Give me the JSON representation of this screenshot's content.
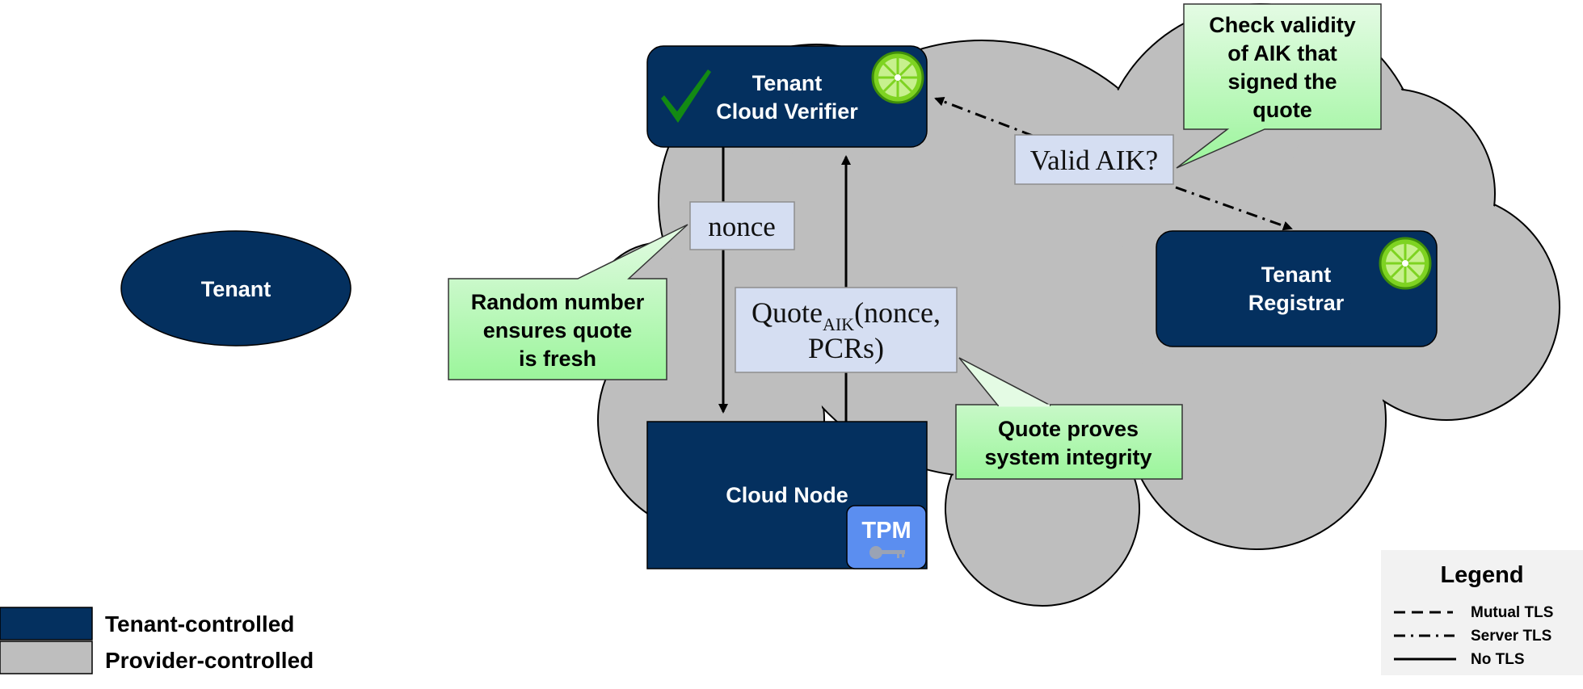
{
  "colors": {
    "navy": "#04305F",
    "cloud": "#BEBEBE",
    "label_bg": "#D5DEF2",
    "callout_top": "#E4FBE4",
    "callout_bottom": "#9BF59B",
    "tpm": "#5B8EF0",
    "check": "#138A13",
    "lime": "#7ED321"
  },
  "nodes": {
    "tenant": "Tenant",
    "verifier": [
      "Tenant",
      "Cloud Verifier"
    ],
    "registrar": [
      "Tenant",
      "Registrar"
    ],
    "cloud_node": "Cloud Node",
    "tpm": "TPM"
  },
  "labels": {
    "nonce": "nonce",
    "valid_aik": "Valid AIK?",
    "quote_main": "Quote",
    "quote_sub": "AIK",
    "quote_tail": "(nonce,",
    "quote_line2": "PCRs)"
  },
  "callouts": {
    "random": [
      "Random number",
      "ensures quote",
      "is fresh"
    ],
    "quote": [
      "Quote proves",
      "system integrity"
    ],
    "aik": [
      "Check validity",
      "of AIK  that",
      "signed the",
      "quote"
    ]
  },
  "legend": {
    "title": "Legend",
    "items": [
      "Mutual TLS",
      "Server TLS",
      "No TLS"
    ]
  },
  "key": {
    "tenant_controlled": "Tenant-controlled",
    "provider_controlled": "Provider-controlled"
  },
  "icons": {
    "check": "check-mark-icon",
    "lime": "lime-slice-icon",
    "key": "key-icon"
  }
}
